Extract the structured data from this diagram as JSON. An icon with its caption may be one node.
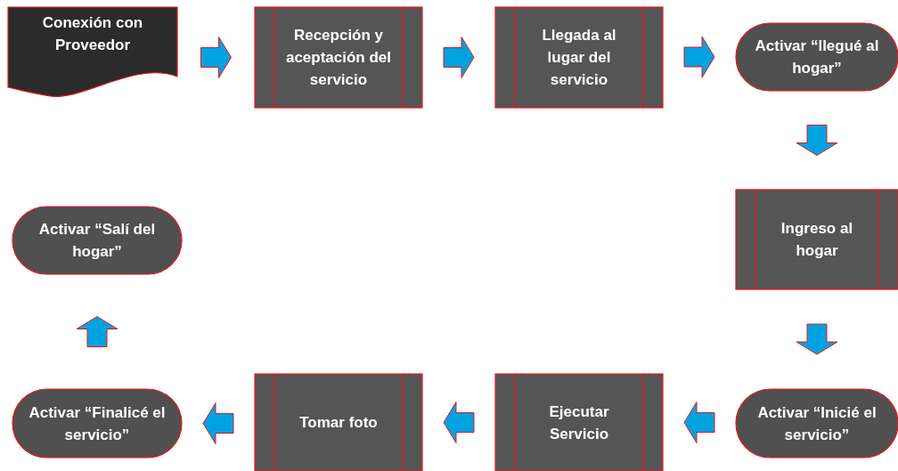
{
  "diagram": {
    "nodes": [
      {
        "text": [
          "Conexión con Proveedor"
        ]
      },
      {
        "text": [
          "Recepción y aceptación del servicio"
        ]
      },
      {
        "text": [
          "Llegada al lugar del servicio"
        ]
      },
      {
        "text": [
          "Activar “llegué al hogar”"
        ]
      },
      {
        "text": [
          "Ingreso al hogar"
        ]
      },
      {
        "text": [
          "Activar “Inicié el servicio”"
        ]
      },
      {
        "text": [
          "Ejecutar Servicio"
        ]
      },
      {
        "text": [
          "Tomar foto"
        ]
      },
      {
        "text": [
          "Activar “Finalicé el servicio”"
        ]
      },
      {
        "text": [
          "Activar “Salí del hogar”"
        ]
      }
    ],
    "edges": [
      {
        "from": 0,
        "to": 1,
        "arrow": "to"
      },
      {
        "from": 1,
        "to": 2,
        "arrow": "to"
      },
      {
        "from": 2,
        "to": 3,
        "arrow": "to"
      },
      {
        "from": 3,
        "to": 4,
        "arrow": "to"
      },
      {
        "from": 4,
        "to": 5,
        "arrow": "to"
      },
      {
        "from": 5,
        "to": 6,
        "arrow": "to"
      },
      {
        "from": 6,
        "to": 7,
        "arrow": "to"
      },
      {
        "from": 7,
        "to": 8,
        "arrow": "to"
      },
      {
        "from": 8,
        "to": 9,
        "arrow": "to"
      }
    ]
  }
}
